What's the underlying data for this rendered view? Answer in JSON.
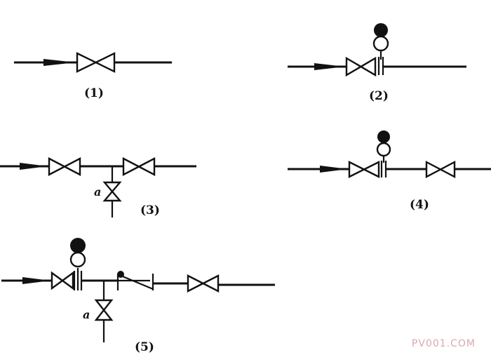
{
  "diagrams": [
    {
      "label": "(1)"
    },
    {
      "label": "(2)"
    },
    {
      "label": "(3)",
      "branch_label": "a"
    },
    {
      "label": "(4)"
    },
    {
      "label": "(5)",
      "branch_label": "a"
    }
  ],
  "watermark": "PV001.COM"
}
